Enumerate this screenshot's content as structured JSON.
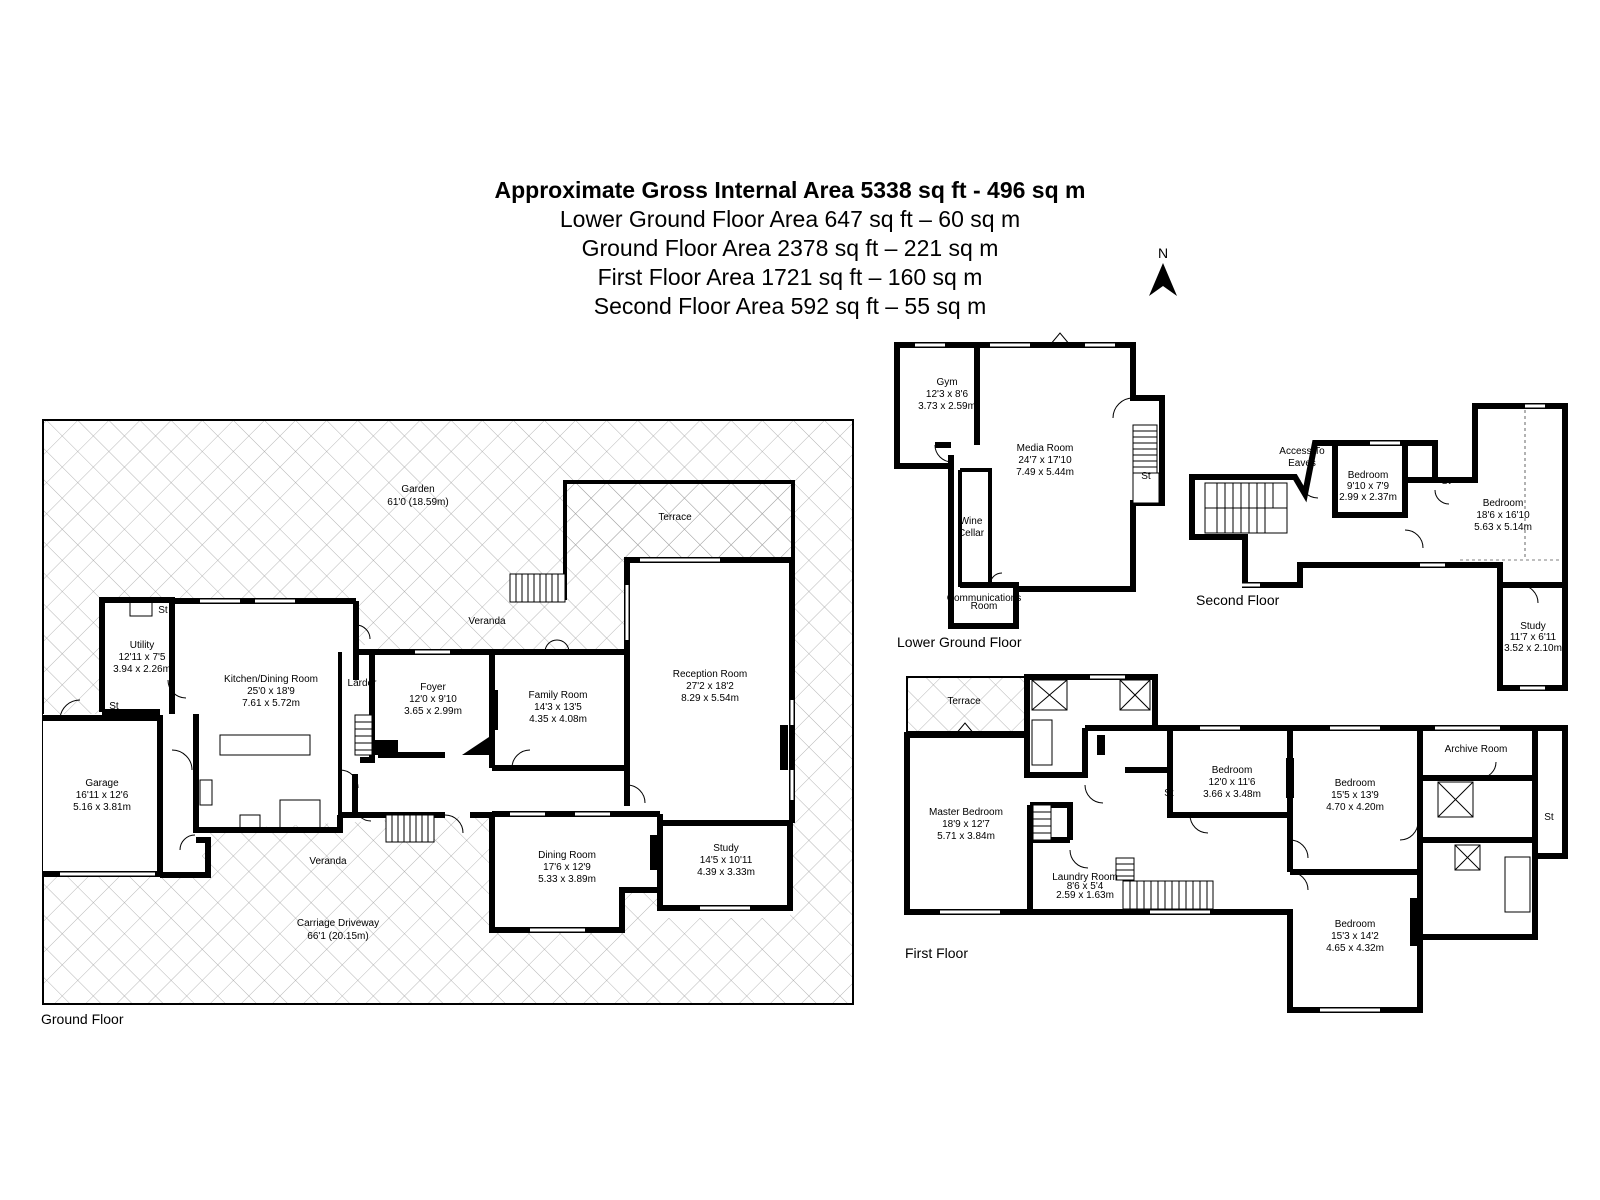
{
  "header": {
    "title": "Approximate Gross Internal Area 5338 sq ft - 496 sq m",
    "lines": [
      "Lower Ground Floor Area 647 sq ft – 60 sq m",
      "Ground Floor Area 2378 sq ft – 221 sq m",
      "First Floor Area 1721 sq ft – 160 sq m",
      "Second Floor Area 592 sq ft – 55 sq m"
    ]
  },
  "compass": {
    "label": "N"
  },
  "floors": {
    "ground": {
      "name": "Ground Floor",
      "rooms": {
        "garden": [
          "Garden",
          "61'0 (18.59m)"
        ],
        "terrace": [
          "Terrace"
        ],
        "veranda_top": [
          "Veranda"
        ],
        "utility": [
          "Utility",
          "12'11 x 7'5",
          "3.94 x 2.26m"
        ],
        "st1": [
          "St"
        ],
        "st2": [
          "St"
        ],
        "kitchen": [
          "Kitchen/Dining Room",
          "25'0 x 18'9",
          "7.61 x 5.72m"
        ],
        "larder": [
          "Larder"
        ],
        "foyer": [
          "Foyer",
          "12'0 x 9'10",
          "3.65 x 2.99m"
        ],
        "family": [
          "Family Room",
          "14'3 x 13'5",
          "4.35 x 4.08m"
        ],
        "reception": [
          "Reception Room",
          "27'2 x 18'2",
          "8.29 x 5.54m"
        ],
        "garage": [
          "Garage",
          "16'11 x 12'6",
          "5.16 x 3.81m"
        ],
        "dining": [
          "Dining Room",
          "17'6 x 12'9",
          "5.33 x 3.89m"
        ],
        "study": [
          "Study",
          "14'5 x 10'11",
          "4.39 x 3.33m"
        ],
        "veranda_bottom": [
          "Veranda"
        ],
        "driveway": [
          "Carriage Driveway",
          "66'1 (20.15m)"
        ]
      }
    },
    "lower_ground": {
      "name": "Lower Ground Floor",
      "rooms": {
        "gym": [
          "Gym",
          "12'3 x 8'6",
          "3.73 x 2.59m"
        ],
        "media": [
          "Media Room",
          "24'7 x 17'10",
          "7.49 x 5.44m"
        ],
        "st": [
          "St"
        ],
        "wine": [
          "Wine",
          "Cellar"
        ],
        "comms": [
          "Communications",
          "Room"
        ]
      }
    },
    "second": {
      "name": "Second Floor",
      "rooms": {
        "eaves": [
          "Access To",
          "Eaves"
        ],
        "bedroom_a": [
          "Bedroom",
          "9'10 x 7'9",
          "2.99 x 2.37m"
        ],
        "st": [
          "St"
        ],
        "bedroom_b": [
          "Bedroom",
          "18'6 x 16'10",
          "5.63 x 5.14m"
        ],
        "study": [
          "Study",
          "11'7 x 6'11",
          "3.52 x 2.10m"
        ]
      }
    },
    "first": {
      "name": "First Floor",
      "rooms": {
        "terrace": [
          "Terrace"
        ],
        "master": [
          "Master Bedroom",
          "18'9 x 12'7",
          "5.71 x 3.84m"
        ],
        "st": [
          "St"
        ],
        "bedroom_1": [
          "Bedroom",
          "12'0 x 11'6",
          "3.66 x 3.48m"
        ],
        "bedroom_2": [
          "Bedroom",
          "15'5 x 13'9",
          "4.70 x 4.20m"
        ],
        "archive": [
          "Archive Room"
        ],
        "st2": [
          "St"
        ],
        "laundry": [
          "Laundry Room",
          "8'6 x 5'4",
          "2.59 x 1.63m"
        ],
        "bedroom_3": [
          "Bedroom",
          "15'3 x 14'2",
          "4.65 x 4.32m"
        ]
      }
    }
  }
}
